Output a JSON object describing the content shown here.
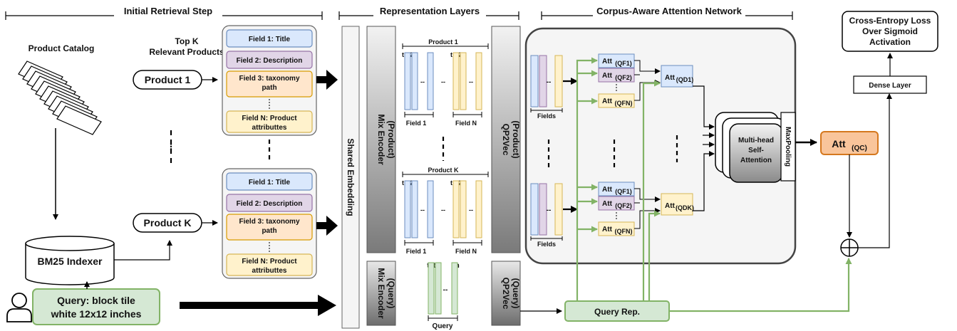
{
  "sections": {
    "retrieval": "Initial Retrieval Step",
    "representation": "Representation Layers",
    "attention": "Corpus-Aware Attention Network"
  },
  "retrieval": {
    "catalog": "Product Catalog",
    "topk_line1": "Top K",
    "topk_line2": "Relevant Products",
    "product1": "Product 1",
    "productk": "Product K",
    "indexer": "BM25 Indexer",
    "query_line1": "Query:  block tile",
    "query_line2": "white 12x12 inches",
    "fields": {
      "f1": "Field 1: Title",
      "f2": "Field 2: Description",
      "f3_line1": "Field 3:  taxonomy",
      "f3_line2": "path",
      "fn_line1": "Field N: Product",
      "fn_line2": "attributtes"
    }
  },
  "representation": {
    "shared_embedding": "Shared Embedding",
    "mix_encoder_product_l1": "Mix Encoder",
    "mix_encoder_product_l2": "(Product)",
    "mix_encoder_query_l1": "Mix Encoder",
    "mix_encoder_query_l2": "(Query)",
    "qp2vec_product_l1": "QP2Vec",
    "qp2vec_product_l2": "(Product)",
    "qp2vec_query_l1": "QP2Vec",
    "qp2vec_query_l2": "(Query)",
    "product1_label": "Product 1",
    "productk_label": "Product K",
    "t1t2": "t1t2",
    "tn": "tn",
    "dashes": "--",
    "field1": "Field 1",
    "fieldn": "Field N",
    "query": "Query"
  },
  "attention": {
    "fields": "Fields",
    "att_prefix": "Att",
    "qf1": "(QF1)",
    "qf2": "(QF2)",
    "qfn": "(QFN)",
    "qd1": "(QD1)",
    "qdk": "(QDK)",
    "mhsa_l1": "Multi-head",
    "mhsa_l2": "Self-",
    "mhsa_l3": "Attention",
    "maxpooling": "MaxPooling",
    "query_rep": "Query Rep."
  },
  "output": {
    "att_qc_prefix": "Att",
    "att_qc_sub": "(QC)",
    "dense": "Dense Layer",
    "loss_l1": "Cross-Entropy Loss",
    "loss_l2": "Over Sigmoid",
    "loss_l3": "Activation",
    "plus_symbol": "+"
  },
  "colors": {
    "blue": "#dae8fc",
    "purple": "#e1d5e7",
    "orange": "#ffe6cc",
    "yellow": "#fff2cc",
    "green_fill": "#d5e8d4",
    "green_line": "#82b366",
    "att_qc": "#f9c59b",
    "panel": "#f5f5f5"
  }
}
